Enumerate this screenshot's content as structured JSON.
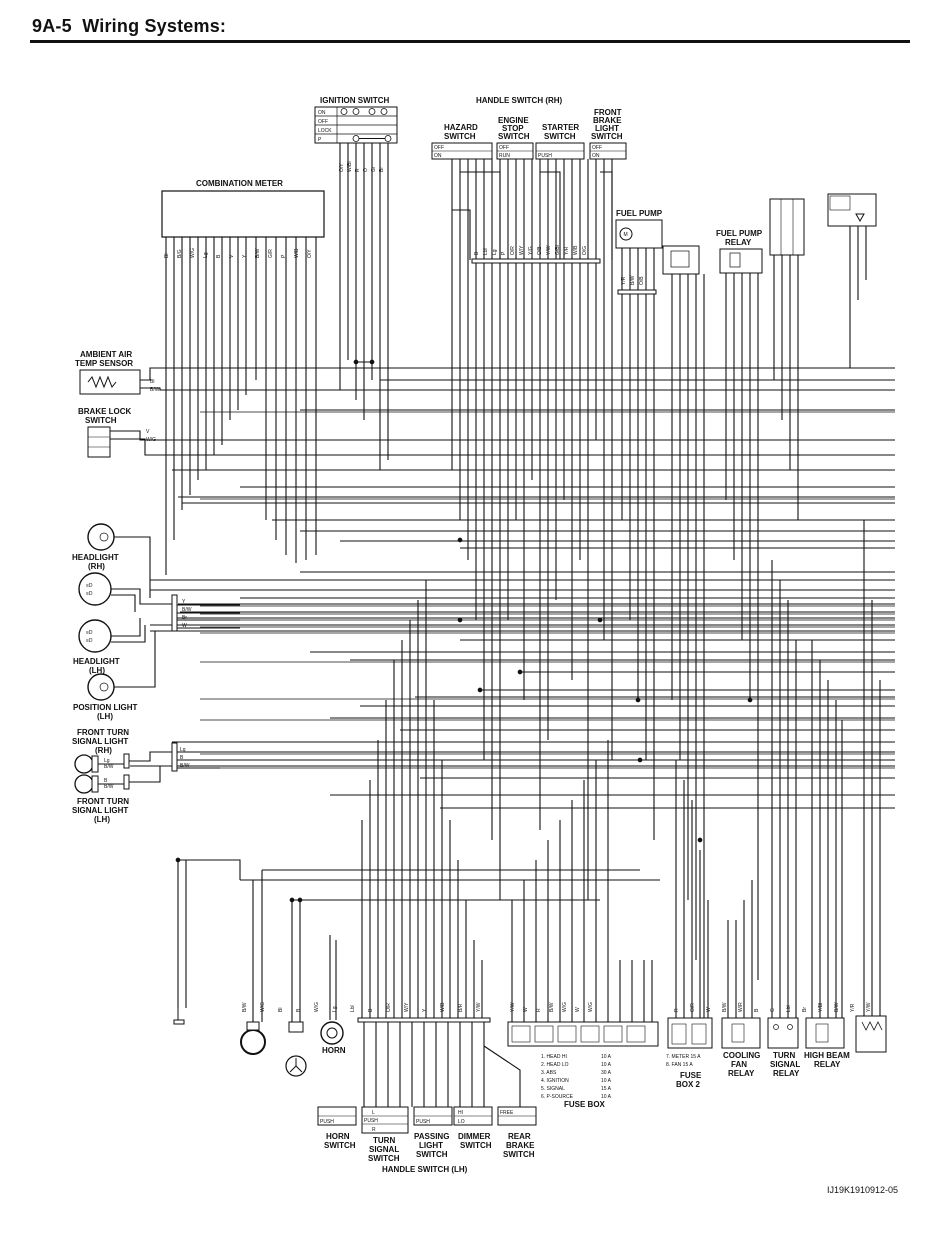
{
  "header": {
    "section": "9A-5",
    "title": "Wiring Systems:"
  },
  "figure_code": "IJ19K1910912-05",
  "labels": {
    "ignition_switch": "IGNITION SWITCH",
    "ign_on": "ON",
    "ign_off": "OFF",
    "ign_lock": "LOCK",
    "ign_p": "P",
    "handle_switch_rh": "HANDLE SWITCH (RH)",
    "hazard_switch": [
      "HAZARD",
      "SWITCH"
    ],
    "engine_stop_switch": [
      "ENGINE",
      "STOP",
      "SWITCH"
    ],
    "starter_switch": [
      "STARTER",
      "SWITCH"
    ],
    "front_brake_light_switch": [
      "FRONT",
      "BRAKE",
      "LIGHT",
      "SWITCH"
    ],
    "combination_meter": "COMBINATION METER",
    "fuel_pump": "FUEL PUMP",
    "fuel_pump_relay": [
      "FUEL PUMP",
      "RELAY"
    ],
    "ambient_air_temp_sensor": [
      "AMBIENT AIR",
      "TEMP SENSOR"
    ],
    "brake_lock_switch": [
      "BRAKE LOCK",
      "SWITCH"
    ],
    "headlight_rh": [
      "HEADLIGHT",
      "(RH)"
    ],
    "headlight_lh": [
      "HEADLIGHT",
      "(LH)"
    ],
    "position_light_lh": [
      "POSITION LIGHT",
      "(LH)"
    ],
    "front_turn_signal_rh": [
      "FRONT TURN",
      "SIGNAL LIGHT",
      "(RH)"
    ],
    "front_turn_signal_lh": [
      "FRONT TURN",
      "SIGNAL LIGHT",
      "(LH)"
    ],
    "horn": "HORN",
    "handle_switch_lh": "HANDLE SWITCH (LH)",
    "horn_switch": [
      "HORN",
      "SWITCH"
    ],
    "turn_signal_switch": [
      "TURN",
      "SIGNAL",
      "SWITCH"
    ],
    "passing_light_switch": [
      "PASSING",
      "LIGHT",
      "SWITCH"
    ],
    "dimmer_switch": [
      "DIMMER",
      "SWITCH"
    ],
    "rear_brake_switch": [
      "REAR",
      "BRAKE",
      "SWITCH"
    ],
    "fuse_box": "FUSE BOX",
    "fuse_box_2": [
      "FUSE",
      "BOX 2"
    ],
    "cooling_fan_relay": [
      "COOLING",
      "FAN",
      "RELAY"
    ],
    "turn_signal_relay": [
      "TURN",
      "SIGNAL",
      "RELAY"
    ],
    "high_beam_relay": [
      "HIGH BEAM",
      "RELAY"
    ],
    "switch_states": {
      "off": "OFF",
      "on": "ON",
      "run": "RUN",
      "push": "PUSH",
      "free": "FREE",
      "hi": "HI",
      "lo": "LO",
      "l": "L",
      "r": "R"
    }
  },
  "fuses": [
    {
      "name": "1. HEAD HI",
      "amps": "10 A"
    },
    {
      "name": "2. HEAD LO",
      "amps": "10 A"
    },
    {
      "name": "3. ABS",
      "amps": "30 A"
    },
    {
      "name": "4. IGNITION",
      "amps": "10 A"
    },
    {
      "name": "5. SIGNAL",
      "amps": "15 A"
    },
    {
      "name": "6. P-SOURCE",
      "amps": "10 A"
    }
  ],
  "fuses_2": [
    {
      "name": "7. METER",
      "amps": "15 A"
    },
    {
      "name": "8. FAN",
      "amps": "15 A"
    }
  ],
  "wire_codes": {
    "ambient": [
      "Bl",
      "B/W"
    ],
    "brake_lock": [
      "V",
      "W/G"
    ],
    "headlight_bus": [
      "Y",
      "B/W",
      "Br",
      "W"
    ],
    "turn_bus": [
      "Lg",
      "B",
      "B/W"
    ],
    "turn_rh_pins": [
      "Lg",
      "B/W"
    ],
    "turn_lh_pins": [
      "B",
      "B/W"
    ],
    "ignition": [
      "O/Y",
      "W/Bl",
      "R",
      "O",
      "Gr",
      "Br"
    ],
    "meter": [
      "Bl",
      "B/G",
      "W/G",
      "Lg",
      "B",
      "V",
      "Y",
      "B/W",
      "G/R",
      "P",
      "W/B",
      "O/Y"
    ],
    "handle_rh": [
      "B",
      "Lbl",
      "Lg",
      "P",
      "O/R",
      "W/Y",
      "Y/G",
      "O/B",
      "Y/W",
      "G/Bl",
      "Y/R",
      "W/B",
      "O/G"
    ],
    "fuel_pump": [
      "Y/R",
      "B/W",
      "O/B"
    ],
    "handle_lh": [
      "B/W",
      "W/G",
      "Bl",
      "B",
      "W/G",
      "Lg",
      "Lbl",
      "B",
      "O/R",
      "W/Y",
      "Y",
      "W/B",
      "B/R",
      "Y/W"
    ],
    "fuse_box": [
      "Y/W",
      "W",
      "R",
      "B/W",
      "W/G",
      "W",
      "W/G"
    ],
    "right_bottom": [
      "R",
      "O/R",
      "W",
      "B/W",
      "W/R",
      "B",
      "G",
      "Lbl",
      "Br",
      "Y/Bl",
      "B/W",
      "Y/R",
      "Y/W"
    ]
  }
}
